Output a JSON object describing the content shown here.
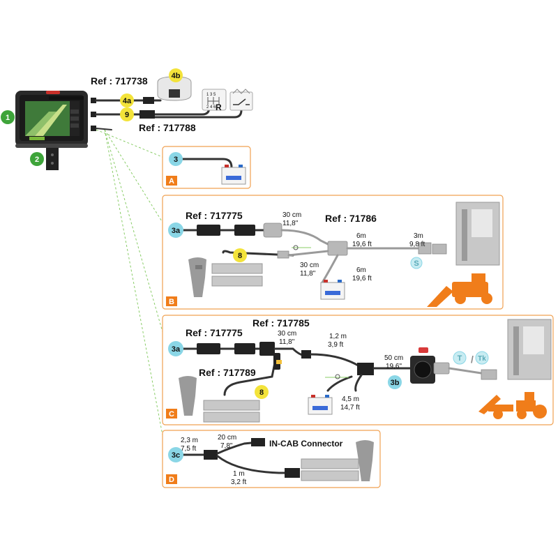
{
  "badges": {
    "b1": "1",
    "b2": "2",
    "b3": "3",
    "b3a_B": "3a",
    "b3a_C": "3a",
    "b3b": "3b",
    "b3c": "3c",
    "b4a": "4a",
    "b4b": "4b",
    "b8_B": "8",
    "b8_C": "8",
    "b9": "9",
    "S": "S",
    "T": "T",
    "Tk": "Tk",
    "slash": "/"
  },
  "sections": {
    "A": "A",
    "B": "B",
    "C": "C",
    "D": "D"
  },
  "refs": {
    "r717738": "Ref : 717738",
    "r717788": "Ref : 717788",
    "r717775_B": "Ref : 717775",
    "r71786": "Ref : 71786",
    "r717775_C": "Ref : 717775",
    "r717785": "Ref : 717785",
    "r717789": "Ref : 717789"
  },
  "lengths": {
    "B_30cm_a": "30 cm",
    "B_11_8_a": "11,8\"",
    "B_6m_a": "6m",
    "B_19_6_a": "19,6 ft",
    "B_3m": "3m",
    "B_9_8": "9,8 ft",
    "B_30cm_b": "30 cm",
    "B_11_8_b": "11,8\"",
    "B_6m_b": "6m",
    "B_19_6_b": "19,6 ft",
    "C_30cm": "30 cm",
    "C_11_8": "11,8\"",
    "C_1_2m": "1,2 m",
    "C_3_9": "3,9 ft",
    "C_50cm": "50 cm",
    "C_19_6in": "19,6\"",
    "C_4_5m": "4,5 m",
    "C_14_7": "14,7 ft",
    "D_2_3m": "2,3 m",
    "D_7_5": "7,5 ft",
    "D_20cm": "20 cm",
    "D_7_8": "7,8\"",
    "D_1m": "1 m",
    "D_3_2": "3,2 ft"
  },
  "labels": {
    "in_cab": "IN-CAB Connector",
    "gear_nums": "1 3 5",
    "gear_nums2": "2 4 6",
    "gear_r": "R"
  },
  "colors": {
    "accent_orange": "#f07d1a",
    "box_border": "#f0a050",
    "badge_green": "#3ea43a",
    "badge_yellow": "#f3e33a",
    "badge_blue": "#8ad6e6",
    "badge_pale": "#c8ecf2",
    "dashed_line": "#88cc66"
  }
}
